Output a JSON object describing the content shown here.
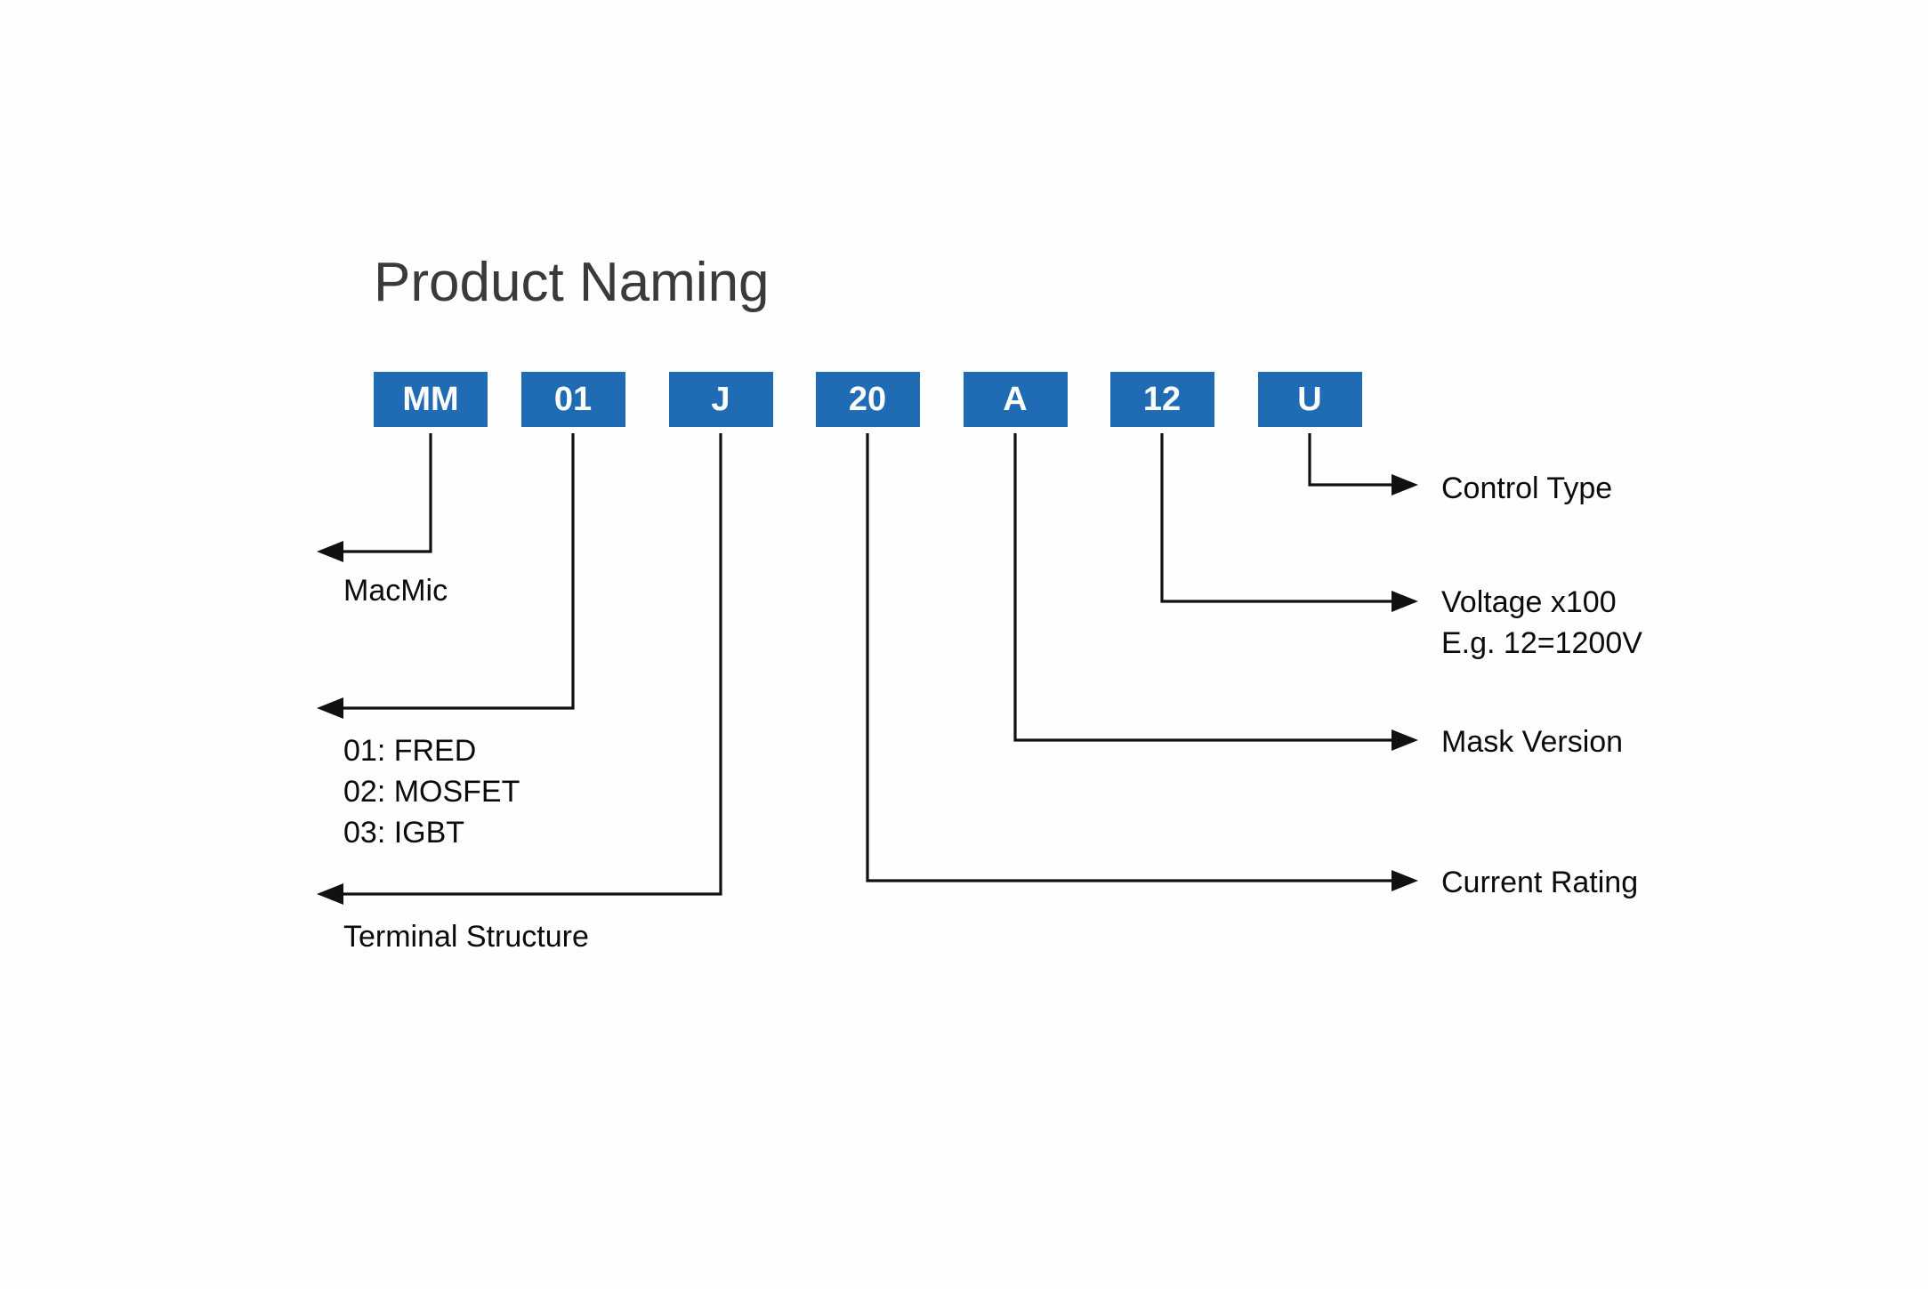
{
  "page": {
    "title": "Product Naming",
    "background_color": "#fefefe",
    "accent_color": "#1f6cb4",
    "text_color": "#0b0b0b",
    "line_color": "#111111"
  },
  "part_number": {
    "segments": [
      {
        "id": "seg-mm",
        "value": "MM"
      },
      {
        "id": "seg-01",
        "value": "01"
      },
      {
        "id": "seg-j",
        "value": "J"
      },
      {
        "id": "seg-20",
        "value": "20"
      },
      {
        "id": "seg-a",
        "value": "A"
      },
      {
        "id": "seg-12",
        "value": "12"
      },
      {
        "id": "seg-u",
        "value": "U"
      }
    ]
  },
  "annotations": {
    "left": [
      {
        "id": "ann-macmic",
        "segment": "MM",
        "lines": [
          "MacMic"
        ]
      },
      {
        "id": "ann-device-type",
        "segment": "01",
        "lines": [
          "01: FRED",
          "02: MOSFET",
          "03: IGBT"
        ]
      },
      {
        "id": "ann-terminal-structure",
        "segment": "J",
        "lines": [
          "Terminal Structure"
        ]
      }
    ],
    "right": [
      {
        "id": "ann-control-type",
        "segment": "U",
        "lines": [
          "Control Type"
        ]
      },
      {
        "id": "ann-voltage",
        "segment": "12",
        "lines": [
          "Voltage x100",
          "E.g. 12=1200V"
        ]
      },
      {
        "id": "ann-mask-version",
        "segment": "A",
        "lines": [
          "Mask Version"
        ]
      },
      {
        "id": "ann-current-rating",
        "segment": "20",
        "lines": [
          "Current Rating"
        ]
      }
    ]
  },
  "labels": {
    "macmic": "MacMic",
    "fred": "01: FRED",
    "mosfet": "02: MOSFET",
    "igbt": "03: IGBT",
    "terminal_structure": "Terminal Structure",
    "control_type": "Control Type",
    "voltage_line1": "Voltage x100",
    "voltage_line2": "E.g. 12=1200V",
    "mask_version": "Mask Version",
    "current_rating": "Current Rating"
  }
}
